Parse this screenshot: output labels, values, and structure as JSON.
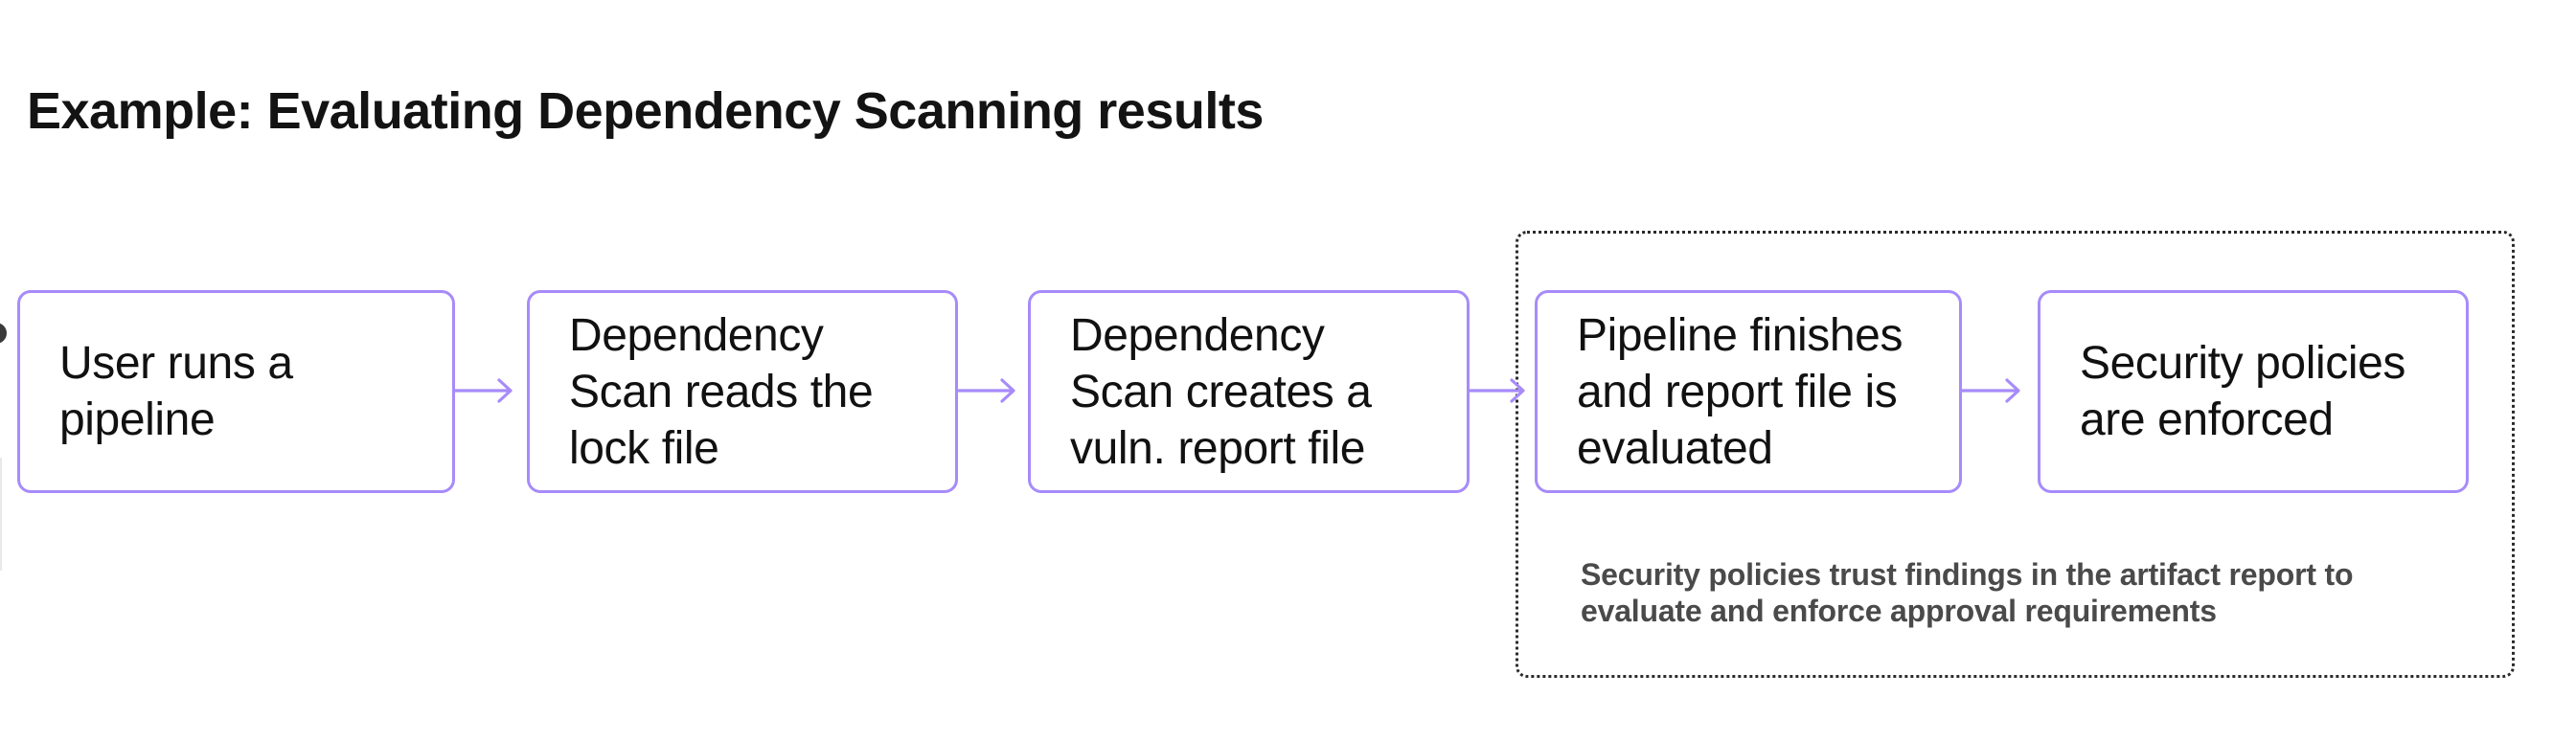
{
  "title": "Example: Evaluating Dependency Scanning results",
  "flow": {
    "boxes": [
      {
        "id": "user-runs-pipeline",
        "label": "User runs a\npipeline"
      },
      {
        "id": "scan-reads-lock-file",
        "label": "Dependency\nScan reads the\nlock file"
      },
      {
        "id": "scan-creates-report",
        "label": "Dependency\nScan creates a\nvuln. report file"
      },
      {
        "id": "pipeline-finishes",
        "label": "Pipeline finishes\nand report file is\nevaluated"
      },
      {
        "id": "policies-enforced",
        "label": "Security policies\nare enforced"
      }
    ]
  },
  "policy_group": {
    "note": "Security policies trust findings in the artifact report to\nevaluate and enforce approval requirements"
  },
  "colors": {
    "accent_purple": "#a78bfa",
    "box_text": "#111111",
    "title_text": "#131313",
    "note_text": "#4a4a4a",
    "dotted_border": "#2b2b2b",
    "background": "#ffffff"
  }
}
